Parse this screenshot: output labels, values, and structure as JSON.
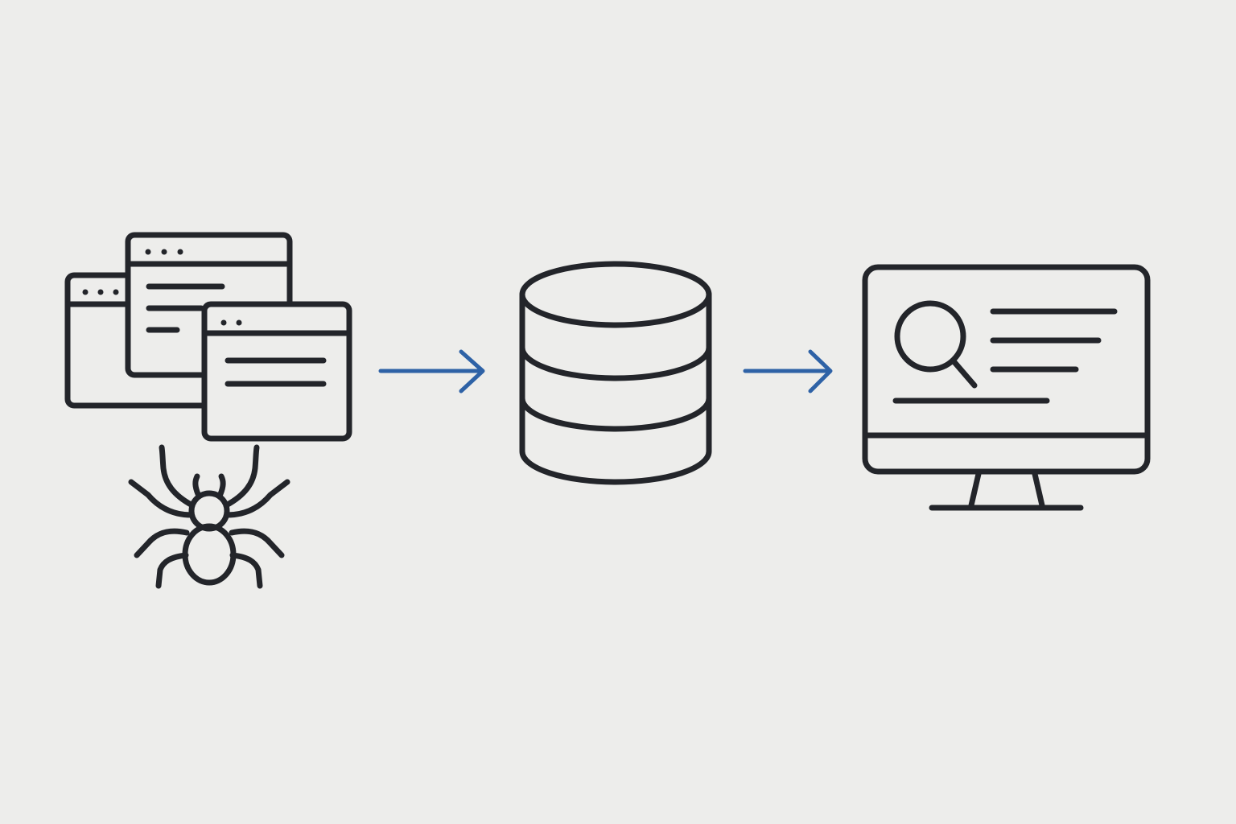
{
  "diagram": {
    "type": "process-flow",
    "nodes": [
      {
        "id": "crawl",
        "icon": "web-crawler-icon",
        "depicts": [
          "browser-windows",
          "spider"
        ]
      },
      {
        "id": "store",
        "icon": "database-icon",
        "depicts": [
          "database-cylinder"
        ]
      },
      {
        "id": "search",
        "icon": "search-monitor-icon",
        "depicts": [
          "monitor",
          "magnifying-glass",
          "result-lines"
        ]
      }
    ],
    "edges": [
      {
        "from": "crawl",
        "to": "store",
        "icon": "arrow-right-icon"
      },
      {
        "from": "store",
        "to": "search",
        "icon": "arrow-right-icon"
      }
    ]
  },
  "colors": {
    "background": "#ededeb",
    "stroke": "#23252a",
    "arrow": "#2e62a6"
  }
}
